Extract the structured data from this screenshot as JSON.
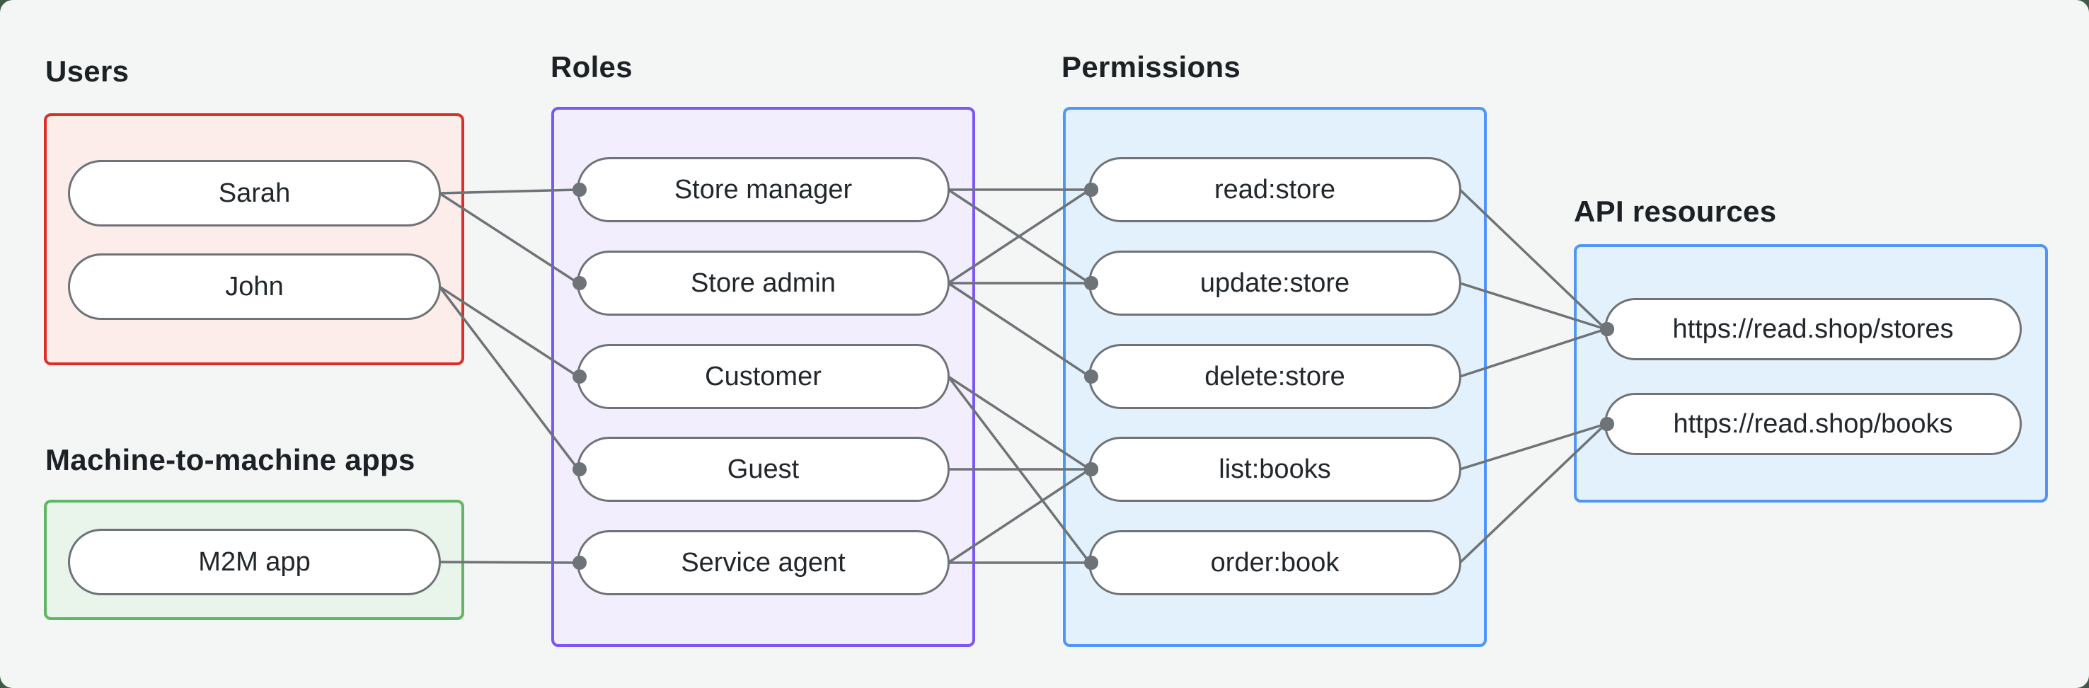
{
  "canvas": {
    "background": "#f4f6f5",
    "backdrop": "#3f5a49"
  },
  "edge_style": {
    "line_color": "#6e7377",
    "dot_color": "#6e7377"
  },
  "groups": [
    {
      "id": "users",
      "label": "Users",
      "border": "#dc3027",
      "fill": "#fcecea",
      "nodes": [
        {
          "id": "sarah",
          "label": "Sarah"
        },
        {
          "id": "john",
          "label": "John"
        }
      ]
    },
    {
      "id": "m2m",
      "label": "Machine-to-machine apps",
      "border": "#5eb762",
      "fill": "#e9f4ea",
      "nodes": [
        {
          "id": "m2m-app",
          "label": "M2M app"
        }
      ]
    },
    {
      "id": "roles",
      "label": "Roles",
      "border": "#7b58f6",
      "fill": "#f3eefe",
      "nodes": [
        {
          "id": "store-manager",
          "label": "Store manager"
        },
        {
          "id": "store-admin",
          "label": "Store admin"
        },
        {
          "id": "customer",
          "label": "Customer"
        },
        {
          "id": "guest",
          "label": "Guest"
        },
        {
          "id": "service-agent",
          "label": "Service agent"
        }
      ]
    },
    {
      "id": "permissions",
      "label": "Permissions",
      "border": "#4e96f7",
      "fill": "#e3f1fc",
      "nodes": [
        {
          "id": "read-store",
          "label": "read:store"
        },
        {
          "id": "update-store",
          "label": "update:store"
        },
        {
          "id": "delete-store",
          "label": "delete:store"
        },
        {
          "id": "list-books",
          "label": "list:books"
        },
        {
          "id": "order-book",
          "label": "order:book"
        }
      ]
    },
    {
      "id": "api",
      "label": "API resources",
      "border": "#4e96f7",
      "fill": "#e3f1fc",
      "nodes": [
        {
          "id": "stores-resource",
          "label": "https://read.shop/stores"
        },
        {
          "id": "books-resource",
          "label": "https://read.shop/books"
        }
      ]
    }
  ],
  "edges": [
    {
      "from": "sarah",
      "to": "store-manager"
    },
    {
      "from": "sarah",
      "to": "store-admin"
    },
    {
      "from": "john",
      "to": "customer"
    },
    {
      "from": "john",
      "to": "guest"
    },
    {
      "from": "m2m-app",
      "to": "service-agent"
    },
    {
      "from": "store-manager",
      "to": "read-store"
    },
    {
      "from": "store-manager",
      "to": "update-store"
    },
    {
      "from": "store-admin",
      "to": "read-store"
    },
    {
      "from": "store-admin",
      "to": "update-store"
    },
    {
      "from": "store-admin",
      "to": "delete-store"
    },
    {
      "from": "customer",
      "to": "list-books"
    },
    {
      "from": "customer",
      "to": "order-book"
    },
    {
      "from": "guest",
      "to": "list-books"
    },
    {
      "from": "service-agent",
      "to": "list-books"
    },
    {
      "from": "service-agent",
      "to": "order-book"
    },
    {
      "from": "read-store",
      "to": "stores-resource"
    },
    {
      "from": "update-store",
      "to": "stores-resource"
    },
    {
      "from": "delete-store",
      "to": "stores-resource"
    },
    {
      "from": "list-books",
      "to": "books-resource"
    },
    {
      "from": "order-book",
      "to": "books-resource"
    }
  ]
}
